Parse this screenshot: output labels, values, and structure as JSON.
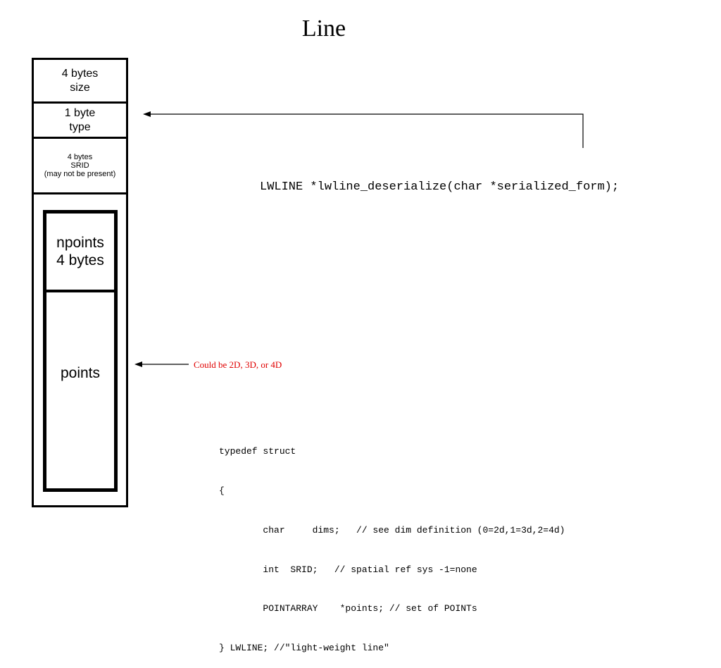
{
  "title": "Line",
  "blocks": {
    "size": {
      "line1": "4 bytes",
      "line2": "size"
    },
    "type": {
      "line1": "1 byte",
      "line2": "type"
    },
    "srid": {
      "line1": "4 bytes",
      "line2": "SRID",
      "line3": "(may not be present)"
    },
    "npoints": {
      "line1": "npoints",
      "line2": "4 bytes"
    },
    "points": {
      "label": "points"
    }
  },
  "function_signature": "LWLINE *lwline_deserialize(char *serialized_form);",
  "points_note": "Could be 2D, 3D, or 4D",
  "code_lines": [
    "typedef struct",
    "{",
    "        char     dims;   // see dim definition (0=2d,1=3d,2=4d)",
    "        int  SRID;   // spatial ref sys -1=none",
    "        POINTARRAY    *points; // set of POINTs",
    "} LWLINE; //\"light-weight line\""
  ],
  "colors": {
    "note": "#e00000",
    "lines": "#000000"
  }
}
